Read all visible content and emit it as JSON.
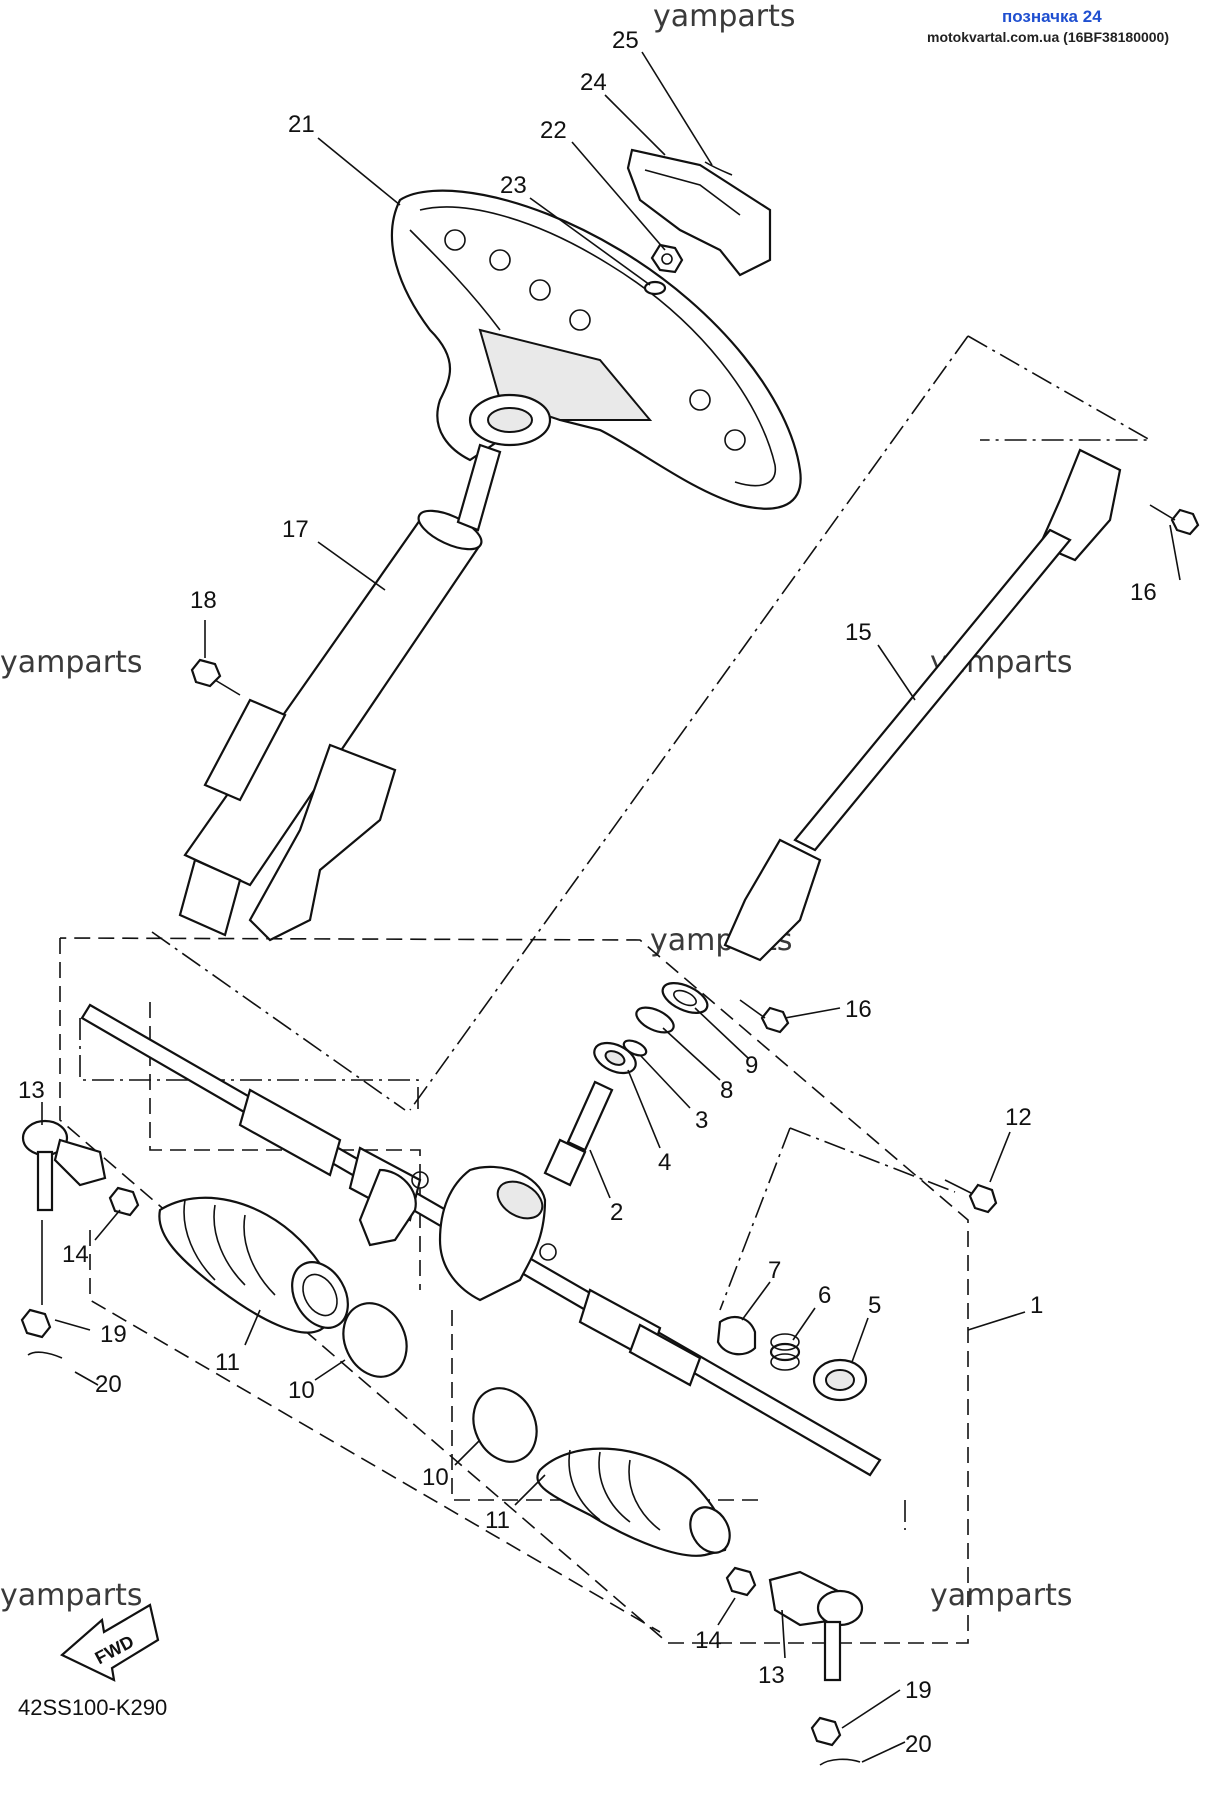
{
  "header": {
    "label": "позначка 24",
    "source": "motokvartal.com.ua (16BF38180000)"
  },
  "watermark": "yamparts",
  "diagram_code": "42SS100-K290",
  "fwd_label": "FWD",
  "callouts": [
    {
      "id": "c25",
      "text": "25"
    },
    {
      "id": "c24",
      "text": "24"
    },
    {
      "id": "c22",
      "text": "22"
    },
    {
      "id": "c21",
      "text": "21"
    },
    {
      "id": "c23",
      "text": "23"
    },
    {
      "id": "c17",
      "text": "17"
    },
    {
      "id": "c16a",
      "text": "16"
    },
    {
      "id": "c18",
      "text": "18"
    },
    {
      "id": "c15",
      "text": "15"
    },
    {
      "id": "c16b",
      "text": "16"
    },
    {
      "id": "c9",
      "text": "9"
    },
    {
      "id": "c8",
      "text": "8"
    },
    {
      "id": "c3",
      "text": "3"
    },
    {
      "id": "c4",
      "text": "4"
    },
    {
      "id": "c2",
      "text": "2"
    },
    {
      "id": "c13a",
      "text": "13"
    },
    {
      "id": "c12",
      "text": "12"
    },
    {
      "id": "c14a",
      "text": "14"
    },
    {
      "id": "c7",
      "text": "7"
    },
    {
      "id": "c6",
      "text": "6"
    },
    {
      "id": "c5",
      "text": "5"
    },
    {
      "id": "c1",
      "text": "1"
    },
    {
      "id": "c19a",
      "text": "19"
    },
    {
      "id": "c11a",
      "text": "11"
    },
    {
      "id": "c20a",
      "text": "20"
    },
    {
      "id": "c10a",
      "text": "10"
    },
    {
      "id": "c10b",
      "text": "10"
    },
    {
      "id": "c11b",
      "text": "11"
    },
    {
      "id": "c14b",
      "text": "14"
    },
    {
      "id": "c13b",
      "text": "13"
    },
    {
      "id": "c19b",
      "text": "19"
    },
    {
      "id": "c20b",
      "text": "20"
    }
  ]
}
